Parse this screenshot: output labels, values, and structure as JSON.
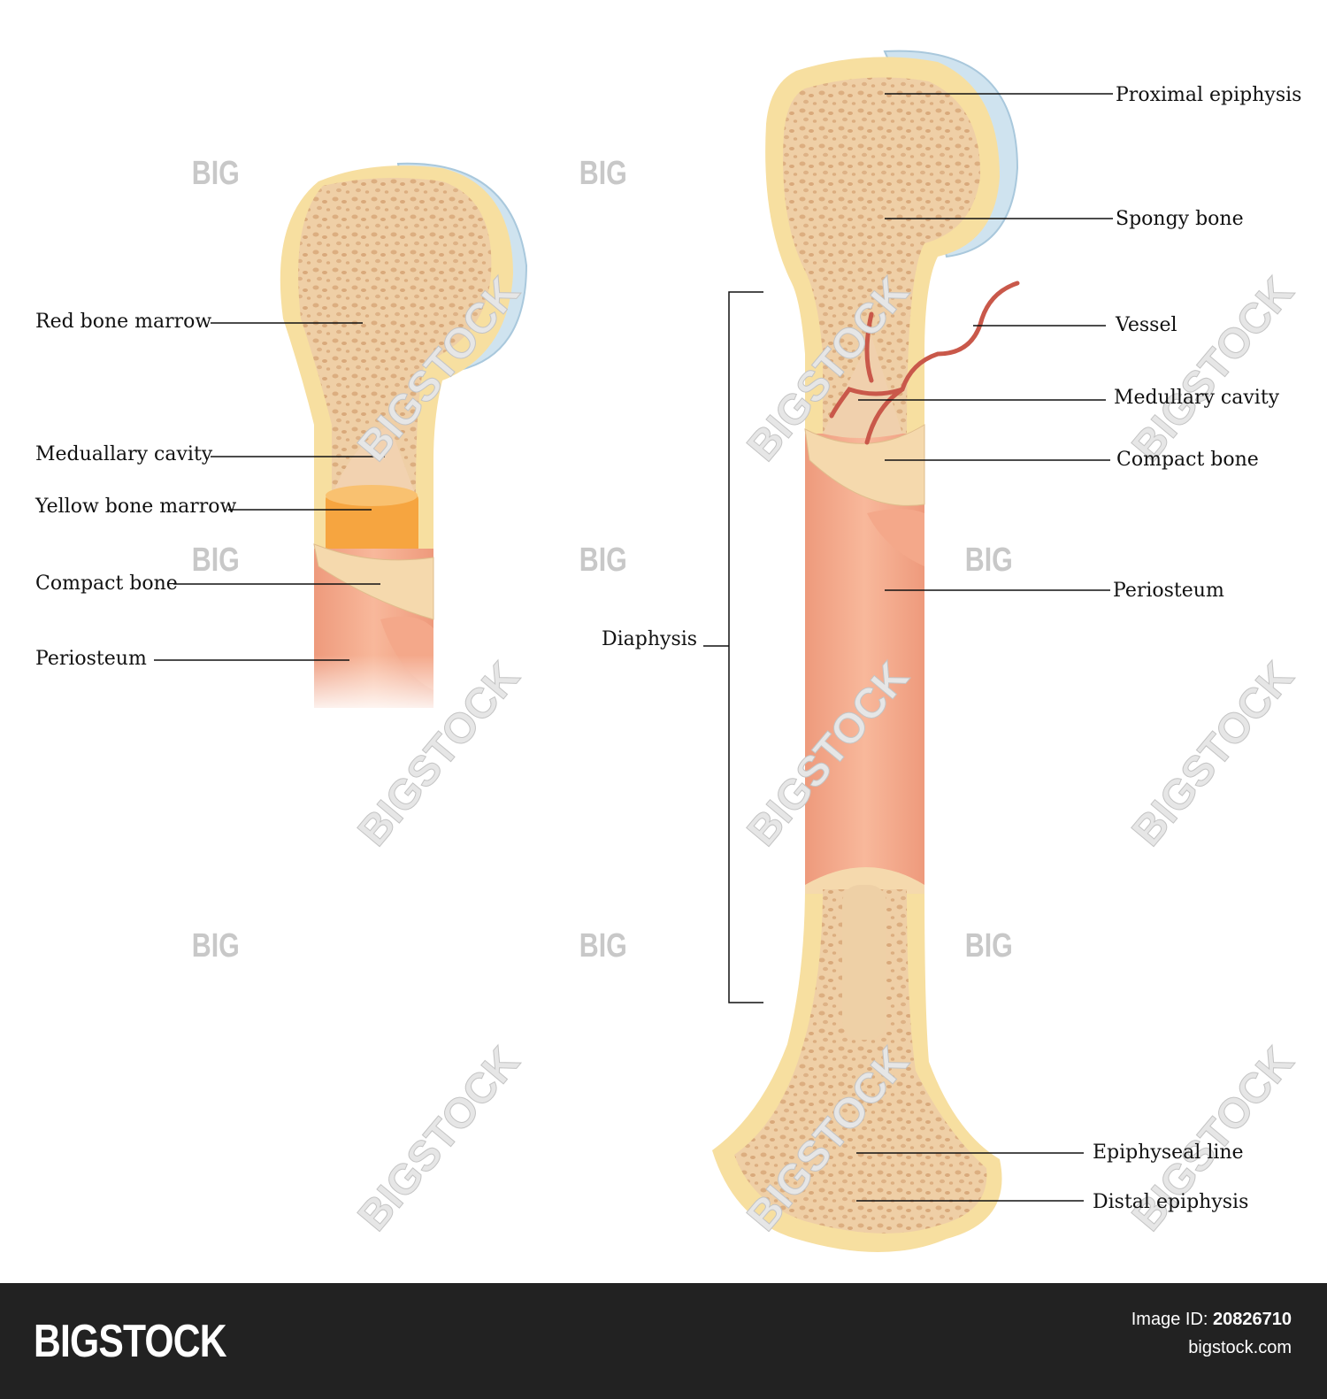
{
  "left_bone_labels": {
    "red_bone_marrow": "Red bone marrow",
    "medullary_cavity": "Meduallary cavity",
    "yellow_bone_marrow": "Yellow bone marrow",
    "compact_bone": "Compact bone",
    "periosteum": "Periosteum"
  },
  "right_bone_labels": {
    "proximal_epiphysis": "Proximal epiphysis",
    "spongy_bone": "Spongy bone",
    "vessel": "Vessel",
    "medullary_cavity": "Medullary cavity",
    "compact_bone": "Compact bone",
    "periosteum": "Periosteum",
    "diaphysis": "Diaphysis",
    "epiphyseal_line": "Epiphyseal line",
    "distal_epiphysis": "Distal epiphysis"
  },
  "watermark": {
    "big": "BIG",
    "bigstock": "BIGSTOCK"
  },
  "footer": {
    "logo": "BIGSTOCK",
    "image_id_label": "Image ID:",
    "image_id": "20826710",
    "site": "bigstock.com"
  },
  "colors": {
    "bone_outer": "#f7dfa0",
    "spongy": "#ecc9a0",
    "periosteum": "#f2a385",
    "cartilage": "#cfe3ef",
    "vessel": "#c9584a",
    "yellow_marrow": "#f6a540"
  }
}
